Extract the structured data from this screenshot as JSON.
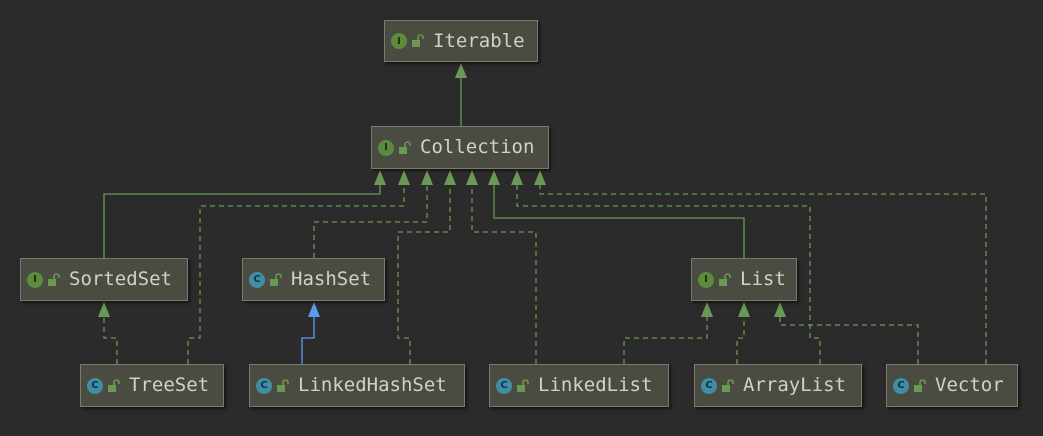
{
  "diagram": {
    "colors": {
      "background": "#2b2b2b",
      "node_fill": "#4b4c41",
      "node_border": "#787b72",
      "extends_edge": "#6a9955",
      "implements_edge": "#6a9955",
      "class_extends_edge": "#5c9bf0",
      "interface_badge": "#5c8b3d",
      "class_badge": "#3f8ea5"
    },
    "nodes": [
      {
        "id": "iterable",
        "label": "Iterable",
        "kind": "interface",
        "badge": "I"
      },
      {
        "id": "collection",
        "label": "Collection",
        "kind": "interface",
        "badge": "I"
      },
      {
        "id": "sortedset",
        "label": "SortedSet",
        "kind": "interface",
        "badge": "I"
      },
      {
        "id": "hashset",
        "label": "HashSet",
        "kind": "class",
        "badge": "C"
      },
      {
        "id": "list",
        "label": "List",
        "kind": "interface",
        "badge": "I"
      },
      {
        "id": "treeset",
        "label": "TreeSet",
        "kind": "class",
        "badge": "C"
      },
      {
        "id": "linkedhashset",
        "label": "LinkedHashSet",
        "kind": "class",
        "badge": "C"
      },
      {
        "id": "linkedlist",
        "label": "LinkedList",
        "kind": "class",
        "badge": "C"
      },
      {
        "id": "arraylist",
        "label": "ArrayList",
        "kind": "class",
        "badge": "C"
      },
      {
        "id": "vector",
        "label": "Vector",
        "kind": "class",
        "badge": "C"
      }
    ],
    "edges": [
      {
        "from": "collection",
        "to": "iterable",
        "type": "extends"
      },
      {
        "from": "sortedset",
        "to": "collection",
        "type": "extends"
      },
      {
        "from": "treeset",
        "to": "collection",
        "type": "implements"
      },
      {
        "from": "hashset",
        "to": "collection",
        "type": "implements"
      },
      {
        "from": "linkedhashset",
        "to": "collection",
        "type": "implements"
      },
      {
        "from": "linkedlist",
        "to": "collection",
        "type": "implements"
      },
      {
        "from": "list",
        "to": "collection",
        "type": "extends"
      },
      {
        "from": "arraylist",
        "to": "collection",
        "type": "implements"
      },
      {
        "from": "vector",
        "to": "collection",
        "type": "implements"
      },
      {
        "from": "treeset",
        "to": "sortedset",
        "type": "implements"
      },
      {
        "from": "linkedhashset",
        "to": "hashset",
        "type": "class-extends"
      },
      {
        "from": "linkedlist",
        "to": "list",
        "type": "implements"
      },
      {
        "from": "arraylist",
        "to": "list",
        "type": "implements"
      },
      {
        "from": "vector",
        "to": "list",
        "type": "implements"
      }
    ]
  }
}
